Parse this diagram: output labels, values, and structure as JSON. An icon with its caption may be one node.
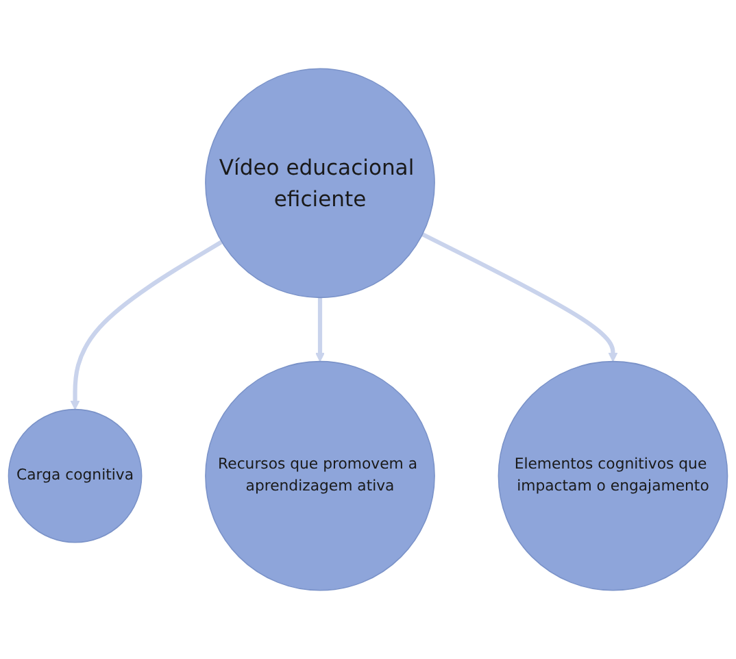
{
  "diagram": {
    "nodes": [
      {
        "text": [
          "Vídeo educacional eficiente"
        ]
      },
      {
        "text": [
          "Carga cognitiva"
        ]
      },
      {
        "text": [
          "Recursos que promovem a aprendizagem ativa"
        ]
      },
      {
        "text": [
          "Elementos cognitivos que impactam o engajamento"
        ]
      }
    ],
    "edges": [
      {
        "from": 0,
        "to": 1,
        "arrow": "to"
      },
      {
        "from": 0,
        "to": 2,
        "arrow": "to"
      },
      {
        "from": 0,
        "to": 3,
        "arrow": "to"
      }
    ]
  }
}
